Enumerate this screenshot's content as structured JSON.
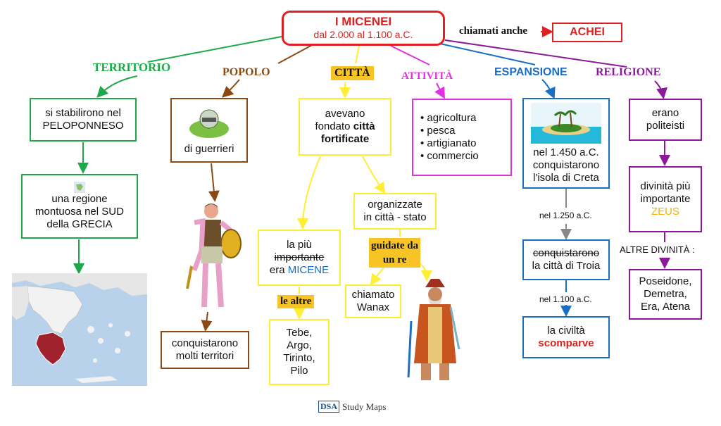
{
  "title": {
    "main": "I MICENEI",
    "sub": "dal 2.000 al 1.100 a.C."
  },
  "called": {
    "label": "chiamati anche",
    "value": "ACHEI"
  },
  "territorio": {
    "header": "TERRITORIO",
    "box1": {
      "l1": "si stabilirono nel",
      "l2": "PELOPONNESO"
    },
    "box2": {
      "l1": "una regione",
      "l2": "montuosa nel SUD",
      "l3": "della GRECIA"
    }
  },
  "popolo": {
    "header": "POPOLO",
    "box1": "di guerrieri",
    "box2": {
      "l1": "conquistarono",
      "l2": "molti territori"
    }
  },
  "citta": {
    "header": "CITTÀ",
    "box1": {
      "l1": "avevano",
      "l2a": "fondato",
      "l2b": "città",
      "l3": "fortificate"
    },
    "left": {
      "l1": "la più",
      "l2": "importante",
      "l3a": "era",
      "l3b": "MICENE"
    },
    "le_altre": "le altre",
    "others": [
      "Tebe,",
      "Argo,",
      "Tirinto,",
      "Pilo"
    ],
    "right": {
      "l1": "organizzate",
      "l2": "in città - stato"
    },
    "guidate": {
      "l1": "guidate da",
      "l2": "un re"
    },
    "chiamato": {
      "l1": "chiamato",
      "l2": "Wanax"
    }
  },
  "attivita": {
    "header": "ATTIVITÀ",
    "items": [
      "agricoltura",
      "pesca",
      "artigianato",
      "commercio"
    ]
  },
  "espansione": {
    "header": "ESPANSIONE",
    "box1": {
      "l1": "nel 1.450 a.C.",
      "l2": "conquistarono",
      "l3": "l'isola di Creta"
    },
    "date2": "nel 1.250 a.C.",
    "box2": {
      "l1": "conquistarono",
      "l2": "la città di Troia"
    },
    "date3": "nel 1.100 a.C.",
    "box3": {
      "l1": "la civiltà",
      "l2": "scomparve"
    }
  },
  "religione": {
    "header": "RELIGIONE",
    "box1": {
      "l1": "erano",
      "l2": "politeisti"
    },
    "box2": {
      "l1": "divinità più",
      "l2": "importante",
      "l3": "ZEUS"
    },
    "altre": "ALTRE DIVINITÀ :",
    "box3": {
      "l1": "Poseidone,",
      "l2": "Demetra,",
      "l3": "Era, Atena"
    }
  },
  "footer": {
    "logo": "DSA",
    "text": "Study Maps"
  },
  "colors": {
    "red": "#e02020",
    "green": "#1fa84a",
    "brown": "#8b4a14",
    "yellow": "#ffee33",
    "magenta": "#e030e0",
    "blue": "#1a6fc4",
    "purple": "#8a1a9a"
  }
}
